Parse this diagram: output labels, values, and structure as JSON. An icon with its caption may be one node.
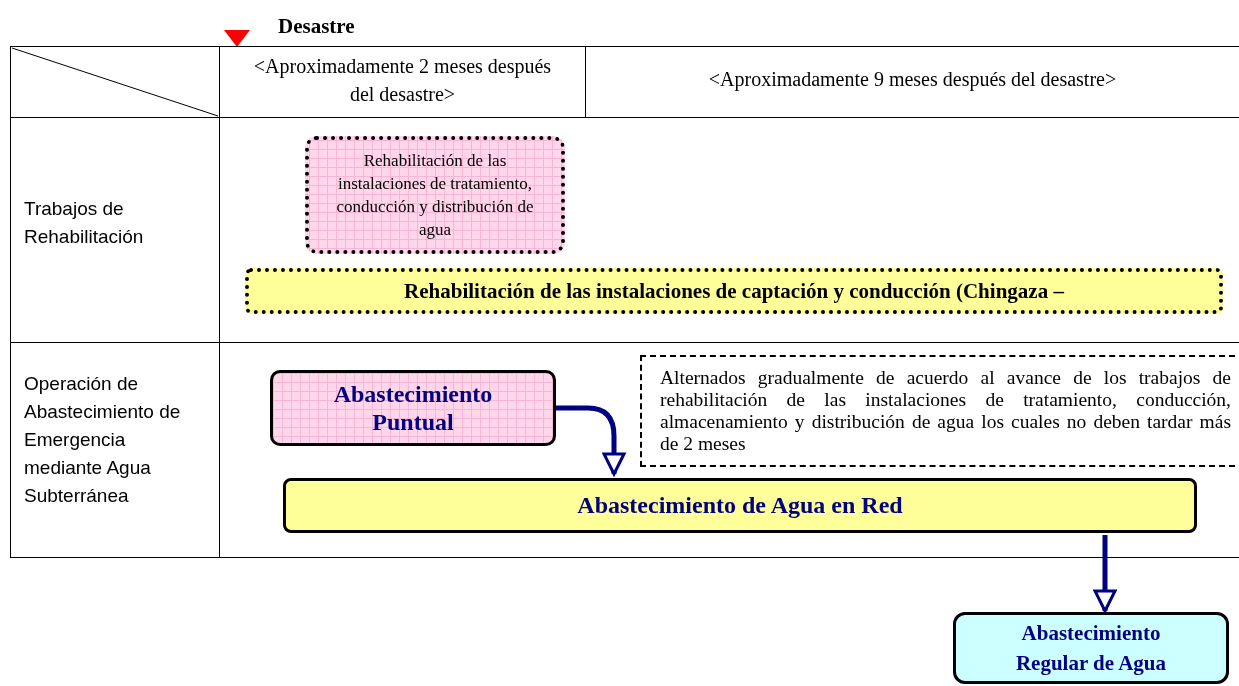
{
  "diagram": {
    "nodes": [
      {
        "text": [
          "Rehabilitación de las instalaciones de tratamiento, conducción y distribución de agua"
        ]
      },
      {
        "text": [
          "Rehabilitación de las instalaciones de captación y conducción (Chingaza –"
        ]
      },
      {
        "text": [
          "Abastecimiento Puntual"
        ]
      },
      {
        "text": [
          "Alternados gradualmente de acuerdo al avance de los trabajos de rehabilitación de las instalaciones de tratamiento, conducción, almacenamiento y distribución de agua los cuales no deben tardar más de 2 meses"
        ]
      },
      {
        "text": [
          "Abastecimiento de Agua en Red"
        ]
      },
      {
        "text": [
          "Abastecimiento Regular de Agua"
        ]
      }
    ],
    "edges": [
      {
        "from": 2,
        "to": 4,
        "arrow": "to"
      },
      {
        "from": 4,
        "to": 5,
        "arrow": "to"
      }
    ],
    "labels": [
      "Desastre",
      "<Aproximadamente 2 meses después del desastre>",
      "<Aproximadamente 9 meses después del desastre>",
      "Trabajos de Rehabilitación",
      "Operación de Abastecimiento de Emergencia mediante Agua Subterránea"
    ]
  }
}
